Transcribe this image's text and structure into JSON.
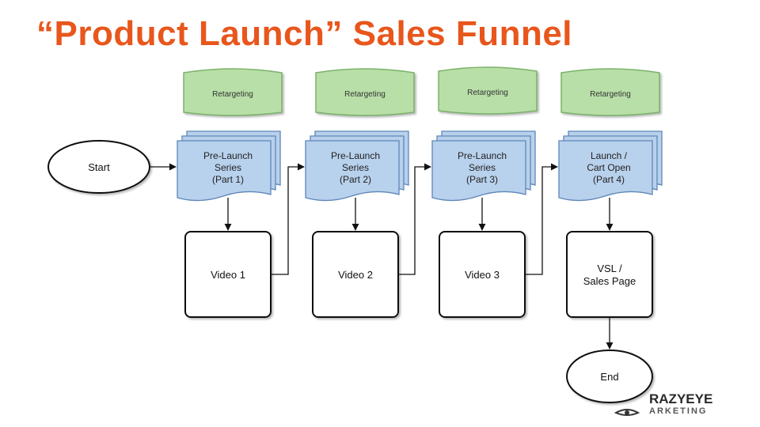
{
  "title": "“Product Launch” Sales Funnel",
  "colors": {
    "title": "#e8561c",
    "retargeting_fill": "#b8dfa8",
    "retargeting_stroke": "#7ab36a",
    "series_fill": "#b8d1ec",
    "series_stroke": "#5f86b8",
    "box_stroke": "#111111"
  },
  "nodes": {
    "start": "Start",
    "end": "End",
    "retargeting": [
      "Retargeting",
      "Retargeting",
      "Retargeting",
      "Retargeting"
    ],
    "series": [
      [
        "Pre-Launch",
        "Series",
        "(Part 1)"
      ],
      [
        "Pre-Launch",
        "Series",
        "(Part 2)"
      ],
      [
        "Pre-Launch",
        "Series",
        "(Part 3)"
      ],
      [
        "Launch /",
        "Cart Open",
        "(Part 4)"
      ]
    ],
    "pages": [
      [
        "Video 1"
      ],
      [
        "Video 2"
      ],
      [
        "Video 3"
      ],
      [
        "VSL /",
        "Sales Page"
      ]
    ]
  },
  "logo": {
    "line1": "RAZYEYE",
    "line2": "ARKETING"
  }
}
